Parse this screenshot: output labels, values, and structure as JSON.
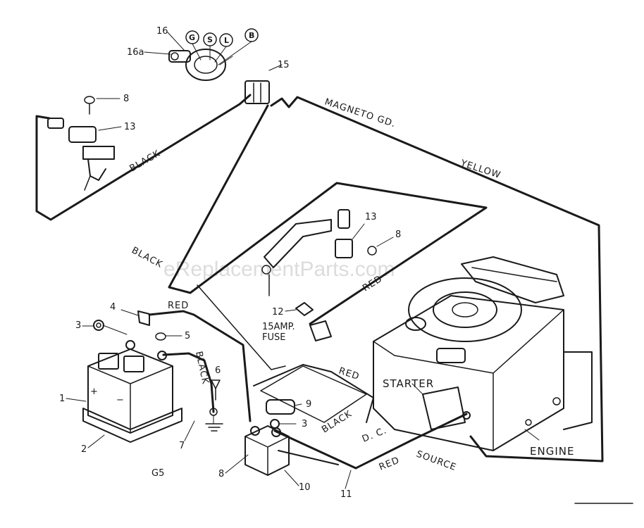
{
  "watermark": "eReplacementParts.com",
  "wire_labels": {
    "magneto_gd": "MAGNETO GD.",
    "yellow": "YELLOW",
    "black_upper": "BLACK",
    "black_lower": "BLACK",
    "red_middle": "RED",
    "red_top_battery": "RED",
    "black_battery": "BLACK",
    "red_starter": "RED",
    "black_solenoid": "BLACK",
    "dc": "D. C.",
    "red_source": "RED",
    "source": "SOURCE"
  },
  "component_labels": {
    "starter": "STARTER",
    "engine": "ENGINE",
    "fuse_line1": "15AMP.",
    "fuse_line2": "FUSE",
    "battery_plus": "+",
    "battery_minus": "−"
  },
  "switch_terminals": [
    "G",
    "S",
    "L",
    "B"
  ],
  "part_numbers": {
    "p16": "16",
    "p16a": "16a",
    "p15": "15",
    "p8_top": "8",
    "p13_top": "13",
    "p13_mid": "13",
    "p8_mid": "8",
    "p12": "12",
    "p4": "4",
    "p3_battery": "3",
    "p5": "5",
    "p6": "6",
    "p1": "1",
    "p2": "2",
    "p7": "7",
    "p9": "9",
    "p3_solenoid": "3",
    "p8_solenoid": "8",
    "p10": "10",
    "p11": "11",
    "fig": "G5"
  }
}
